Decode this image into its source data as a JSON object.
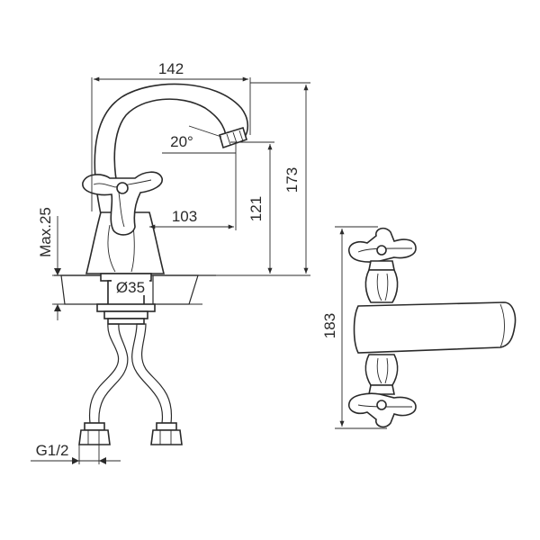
{
  "colors": {
    "line": "#2a2a2a",
    "background": "#ffffff"
  },
  "dimensions": {
    "width_total": "142",
    "height_total": "173",
    "spout_height": "121",
    "spout_reach": "103",
    "spout_angle": "20°",
    "mount_max": "Max.25",
    "hole_diameter": "Ø35",
    "thread": "G1/2",
    "side_height": "183"
  }
}
